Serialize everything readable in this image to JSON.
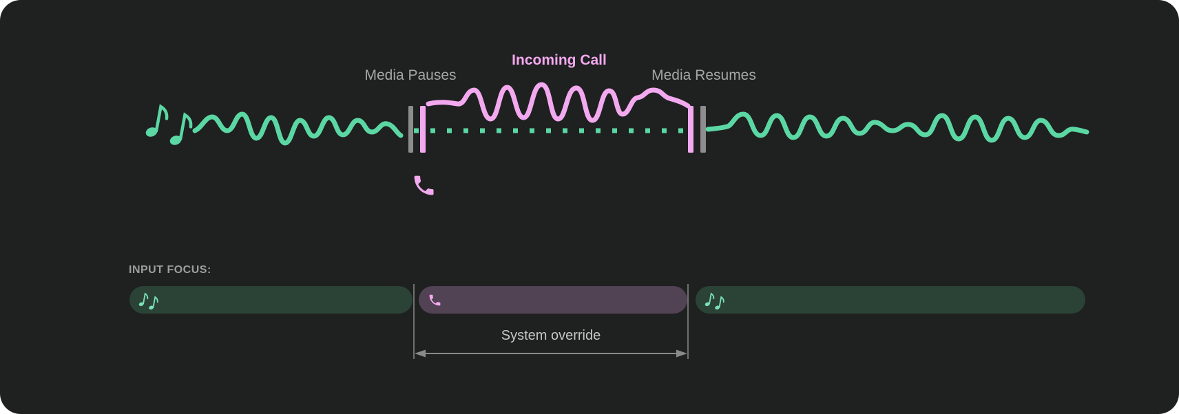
{
  "diagram": {
    "media_pauses_label": "Media Pauses",
    "incoming_call_label": "Incoming Call",
    "media_resumes_label": "Media Resumes",
    "icons": {
      "media": "music-notes-icon",
      "call": "phone-icon",
      "pause": "pause-bars-icon"
    }
  },
  "input_focus": {
    "label": "INPUT FOCUS:",
    "system_override_label": "System override",
    "segments": [
      {
        "name": "media-before-call",
        "type": "media",
        "icon": "music-notes-icon"
      },
      {
        "name": "incoming-call",
        "type": "call",
        "icon": "phone-icon"
      },
      {
        "name": "media-after-call",
        "type": "media",
        "icon": "music-notes-icon"
      }
    ]
  },
  "colors": {
    "panel_bg": "#1f2020",
    "media_green": "#5bd7a4",
    "media_green_soft": "#7ce0b6",
    "call_pink": "#f3a9ef",
    "pause_bar_gray": "#8d8d8d",
    "label_gray": "#a6a6a6",
    "pill_media_bg": "#2b4237",
    "pill_call_bg": "#514254",
    "guide_gray": "#8a8a8a",
    "override_text": "#c6c6c6",
    "input_focus_text": "#9e9e9e"
  }
}
